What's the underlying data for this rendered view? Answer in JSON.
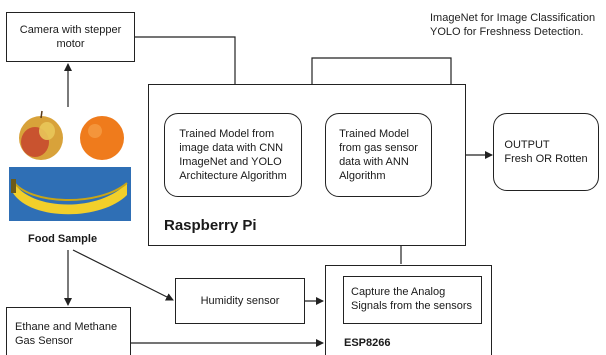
{
  "note": {
    "line1": "ImageNet for Image Classification",
    "line2": "YOLO for Freshness Detection."
  },
  "camera": {
    "line1": "Camera with stepper",
    "line2": "motor"
  },
  "food": {
    "caption": "Food Sample"
  },
  "raspberry": {
    "label": "Raspberry Pi"
  },
  "cnn": {
    "line1": "Trained Model from",
    "line2": "image data with CNN",
    "line3": "ImageNet and YOLO",
    "line4": "Architecture Algorithm"
  },
  "ann": {
    "line1": "Trained Model",
    "line2": "from gas sensor",
    "line3": "data with ANN",
    "line4": "Algorithm"
  },
  "output": {
    "line1": "OUTPUT",
    "line2": "Fresh OR Rotten"
  },
  "humidity": {
    "label": "Humidity sensor"
  },
  "esp": {
    "label": "ESP8266",
    "inner_line1": "Capture  the Analog",
    "inner_line2": "Signals from the sensors"
  },
  "gas": {
    "line1": "Ethane and Methane",
    "line2": "Gas Sensor"
  }
}
